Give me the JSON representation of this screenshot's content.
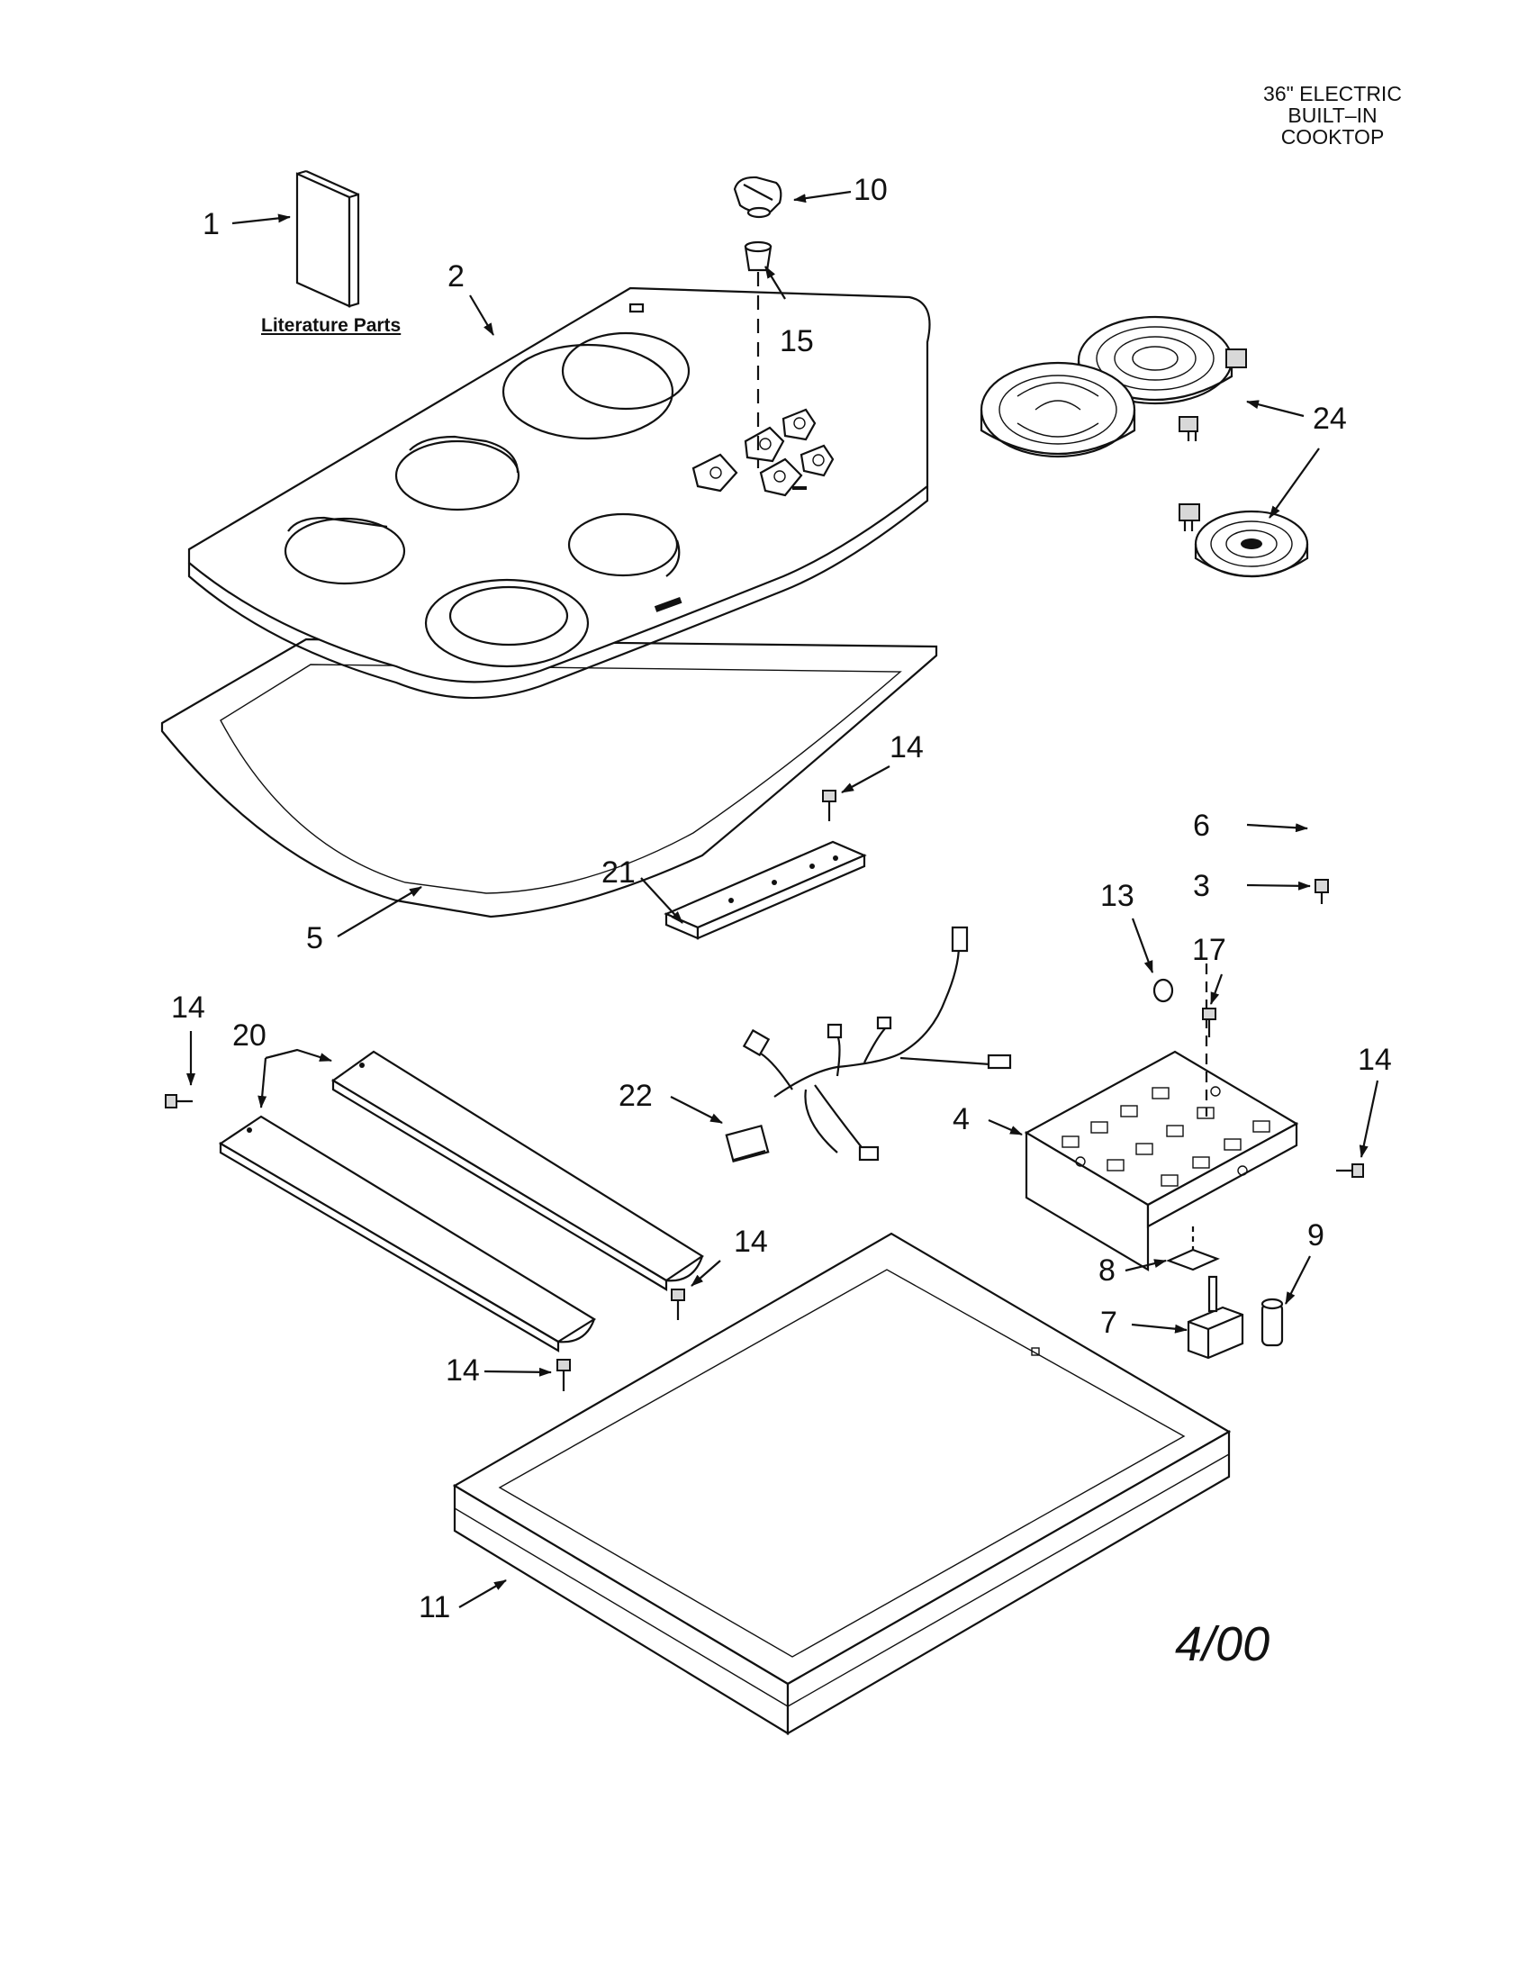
{
  "title": {
    "line1": "36\" ELECTRIC",
    "line2": "BUILT–IN",
    "line3": "COOKTOP"
  },
  "literature_label": "Literature Parts",
  "date_mark": "4/00",
  "callouts": {
    "c1": "1",
    "c2": "2",
    "c3": "3",
    "c4": "4",
    "c5": "5",
    "c6": "6",
    "c7": "7",
    "c8": "8",
    "c9": "9",
    "c10": "10",
    "c11": "11",
    "c13": "13",
    "c14a": "14",
    "c14b": "14",
    "c14c": "14",
    "c14d": "14",
    "c14e": "14",
    "c15": "15",
    "c17": "17",
    "c20": "20",
    "c21": "21",
    "c22": "22",
    "c24": "24"
  }
}
